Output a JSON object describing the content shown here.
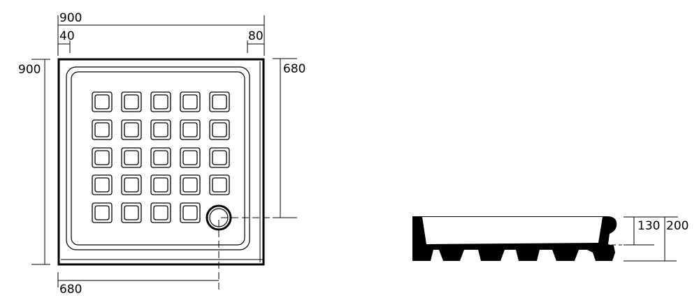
{
  "drawing": {
    "subject": "square shower tray technical drawing",
    "plan_view": {
      "overall_width": "900",
      "overall_height": "900",
      "left_rim_offset": "40",
      "right_rim_offset": "80",
      "drain_x": "680",
      "drain_y": "680",
      "grip_grid": {
        "rows": 5,
        "cols": 5,
        "drain_replaces": "row 5 col 5"
      }
    },
    "section_view": {
      "inner_depth": "130",
      "total_height": "200"
    },
    "colors": {
      "line": "#000000",
      "background": "#ffffff"
    }
  }
}
